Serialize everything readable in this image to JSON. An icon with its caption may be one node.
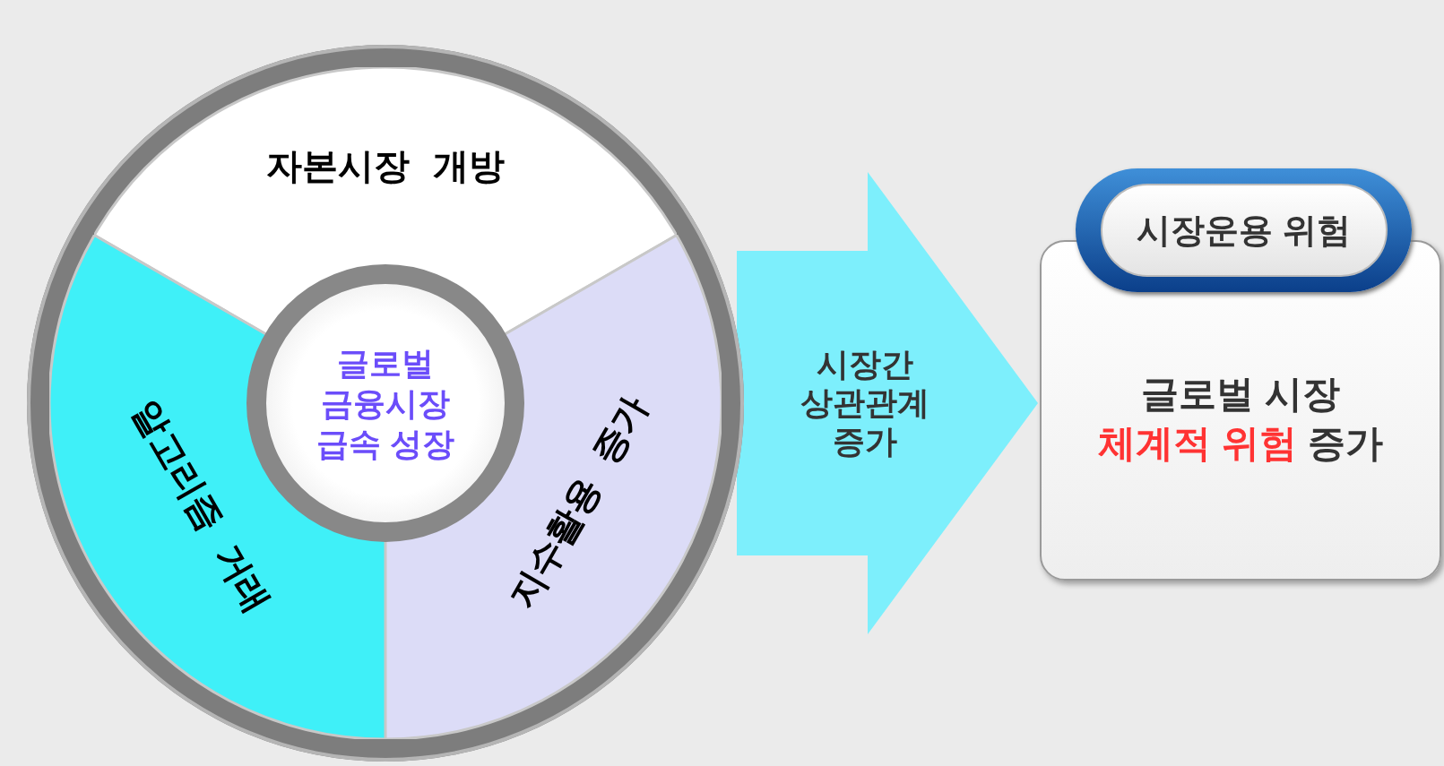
{
  "diagram": {
    "nodes": [
      {
        "text": [],
        "shape": "circle"
      },
      {
        "text": [
          "자본시장 개방"
        ],
        "in": 0
      },
      {
        "text": [
          "알고리즘 거래"
        ],
        "in": 0
      },
      {
        "text": [
          "지수활용 증가"
        ],
        "in": 0
      },
      {
        "text": [
          "글로벌 금융시장 급속 성장"
        ],
        "in": 0
      },
      {
        "text": [
          "시장운용 위험",
          "글로벌 시장",
          "**체계적 위험** 증가"
        ]
      }
    ],
    "edges": [
      {
        "from": 0,
        "to": 5,
        "arrow": "to",
        "label": "시장간 상관관계 증가",
        "style": "thick",
        "color": "#7deffc"
      }
    ]
  }
}
